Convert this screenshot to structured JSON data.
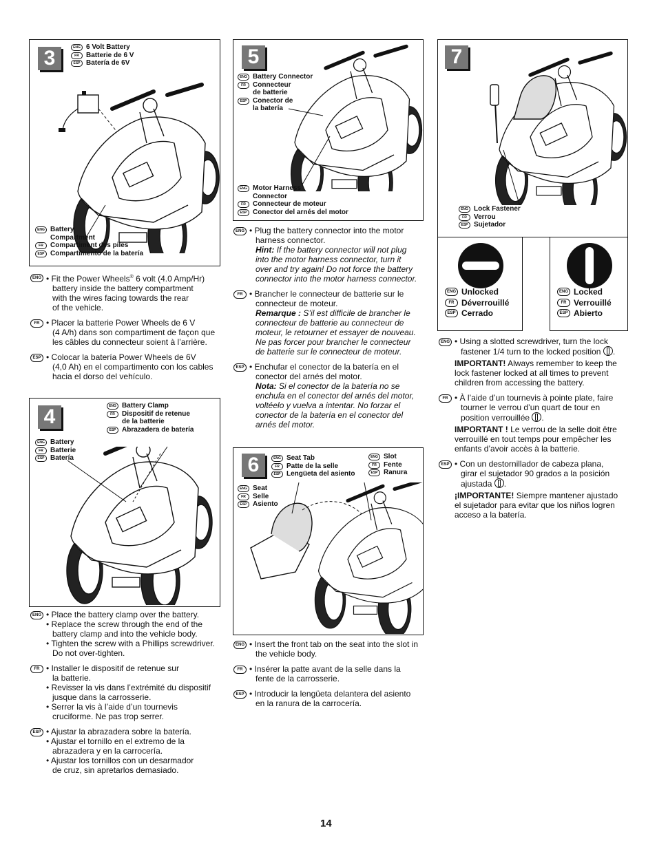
{
  "page_number": "14",
  "tags": {
    "eng": "ENG",
    "fr": "FR",
    "esp": "ESP"
  },
  "step3": {
    "number": "3",
    "battery_label": {
      "eng": "6 Volt Battery",
      "fr": "Batterie de 6 V",
      "esp": "Batería de 6V"
    },
    "compartment_label": {
      "eng1": "Battery",
      "eng2": "Compartment",
      "fr": "Compartiment des piles",
      "esp": "Compartimento de la batería"
    },
    "text": {
      "eng": [
        "• Fit the Power Wheels",
        "®",
        " 6 volt (4.0 Amp/Hr)",
        "battery inside the battery compartment",
        "with the wires facing towards the rear",
        "of the vehicle."
      ],
      "fr": [
        "• Placer la batterie Power Wheels de 6 V",
        "(4 A/h) dans son compartiment de façon que",
        "les câbles du connecteur soient à l’arrière."
      ],
      "esp": [
        "• Colocar la batería Power Wheels de 6V",
        "(4,0 Ah) en el compartimento con los cables",
        "hacia el dorso del vehículo."
      ]
    }
  },
  "step4": {
    "number": "4",
    "clamp_label": {
      "eng": "Battery Clamp",
      "fr1": "Dispositif de retenue",
      "fr2": "de la batterie",
      "esp": "Abrazadera de batería"
    },
    "battery_label": {
      "eng": "Battery",
      "fr": "Batterie",
      "esp": "Batería"
    },
    "text": {
      "eng": [
        "• Place the battery clamp over the battery.",
        "• Replace the screw through the end of the",
        "battery clamp and into the vehicle body.",
        "• Tighten the screw with a Phillips screwdriver.",
        "Do not over-tighten."
      ],
      "fr": [
        "• Installer le dispositif de retenue sur",
        "la batterie.",
        "• Revisser la vis dans l’extrémité du dispositif",
        "jusque dans la carrosserie.",
        "• Serrer la vis à l’aide d’un tournevis",
        "cruciforme. Ne pas trop serrer."
      ],
      "esp": [
        "• Ajustar la abrazadera sobre la batería.",
        "• Ajustar el tornillo en el extremo de la",
        "abrazadera y en la carrocería.",
        "• Ajustar los tornillos con un desarmador",
        "de cruz, sin apretarlos demasiado."
      ]
    }
  },
  "step5": {
    "number": "5",
    "connector_label": {
      "eng": "Battery Connector",
      "fr1": "Connecteur",
      "fr2": "de batterie",
      "esp1": "Conector de",
      "esp2": "la batería"
    },
    "harness_label": {
      "eng1": "Motor Harness",
      "eng2": "Connector",
      "fr": "Connecteur de moteur",
      "esp": "Conector del arnés del motor"
    },
    "text": {
      "eng": [
        "• Plug the battery connector into the motor",
        "harness connector."
      ],
      "eng_hint_label": "Hint:",
      "eng_hint": [
        " If the battery connector will not plug",
        "into the motor harness connector, turn it",
        "over and try again! Do not force the battery",
        "connector into the motor harness connector."
      ],
      "fr": [
        "• Brancher le connecteur de batterie sur le",
        "connecteur de moteur."
      ],
      "fr_hint_label": "Remarque :",
      "fr_hint": [
        " S’il est difficile de brancher le",
        "connecteur de batterie au connecteur de",
        "moteur, le retourner et essayer de nouveau.",
        "Ne pas forcer pour brancher le connecteur",
        "de batterie sur le connecteur de moteur."
      ],
      "esp": [
        "• Enchufar el conector de la batería en el",
        "conector del arnés del motor."
      ],
      "esp_hint_label": "Nota:",
      "esp_hint": [
        " Si el conector de la batería no se",
        "enchufa en el conector del arnés del motor,",
        "voltéelo y vuelva a intentar. No forzar el",
        "conector de la batería en el conector del",
        "arnés del motor."
      ]
    }
  },
  "step6": {
    "number": "6",
    "seat_tab_label": {
      "eng": "Seat Tab",
      "fr": "Patte de la selle",
      "esp": "Lengüeta del asiento"
    },
    "slot_label": {
      "eng": "Slot",
      "fr": "Fente",
      "esp": "Ranura"
    },
    "seat_label": {
      "eng": "Seat",
      "fr": "Selle",
      "esp": "Asiento"
    },
    "text": {
      "eng": [
        "• Insert the front tab on the seat into the slot in",
        "the vehicle body."
      ],
      "fr": [
        "• Insérer la patte avant de la selle dans la",
        "fente de la carrosserie."
      ],
      "esp": [
        "• Introducir la lengüeta delantera del asiento",
        "en la ranura de la carrocería."
      ]
    }
  },
  "step7": {
    "number": "7",
    "fastener_label": {
      "eng": "Lock Fastener",
      "fr": "Verrou",
      "esp": "Sujetador"
    },
    "unlocked": {
      "eng": "Unlocked",
      "fr": "Déverrouillé",
      "esp": "Cerrado"
    },
    "locked": {
      "eng": "Locked",
      "fr": "Verrouillé",
      "esp": "Abierto"
    },
    "text": {
      "eng": [
        "• Using a slotted screwdriver, turn the lock",
        "fastener 1/4 turn to the locked position",
        "."
      ],
      "eng_imp_label": "IMPORTANT!",
      "eng_imp": [
        " Always remember to keep the",
        "lock fastener locked at all times to prevent",
        "children from accessing the battery."
      ],
      "fr": [
        "• À l’aide d’un tournevis à pointe plate, faire",
        "tourner le verrou d’un quart de tour en",
        "position verrouillée",
        "."
      ],
      "fr_imp_label": "IMPORTANT !",
      "fr_imp": [
        " Le verrou de la selle doit être",
        "verrouillé en tout temps pour empêcher les",
        "enfants d’avoir accès à la batterie."
      ],
      "esp": [
        "• Con un destornillador de cabeza plana,",
        "girar el sujetador 90 grados a la posición",
        "ajustada",
        "."
      ],
      "esp_imp_label": "¡IMPORTANTE!",
      "esp_imp": [
        " Siempre mantener ajustado",
        "el sujetador para evitar que los niños logren",
        "acceso a la batería."
      ]
    }
  }
}
